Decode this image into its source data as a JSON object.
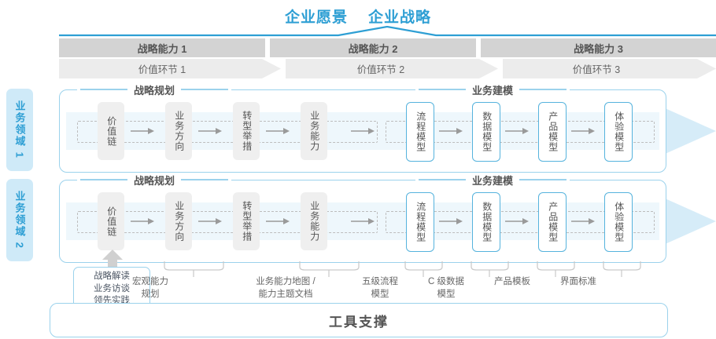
{
  "title": {
    "vision": "企业愿景",
    "strategy": "企业战略"
  },
  "header": {
    "capabilities": [
      "战略能力 1",
      "战略能力 2",
      "战略能力 3"
    ],
    "value_stages": [
      "价值环节 1",
      "价值环节 2",
      "价值环节 3"
    ]
  },
  "domains": [
    {
      "label": "业务领域 1"
    },
    {
      "label": "业务领域 2"
    }
  ],
  "sections": {
    "planning": "战略规划",
    "modeling": "业务建模"
  },
  "nodes": {
    "planning": [
      "价值链",
      "业务方向",
      "转型举措",
      "业务能力"
    ],
    "modeling": [
      "流程模型",
      "数据模型",
      "产品模型",
      "体验模型"
    ]
  },
  "annotations": {
    "box": "战略解读\n业务访谈\n领先实践",
    "box_lines": [
      "战略解读",
      "业务访谈",
      "领先实践"
    ],
    "items": [
      "宏观能力\n规划",
      "业务能力地图 /\n能力主题文档",
      "五级流程\n模型",
      "C 级数据\n模型",
      "产品模板",
      "界面标准"
    ]
  },
  "footer": {
    "label": "工具支撑"
  },
  "colors": {
    "brand_blue": "#2e9fd4",
    "line_blue": "#9bd2ec",
    "node_blue": "#56b3dd",
    "strip_blue": "#eef7fc",
    "side_blue": "#cfeaf8",
    "band_dark": "#d3d3d3",
    "band_light": "#ececec",
    "text_gray": "#555555",
    "arrow_gray": "#9a9a9a"
  }
}
